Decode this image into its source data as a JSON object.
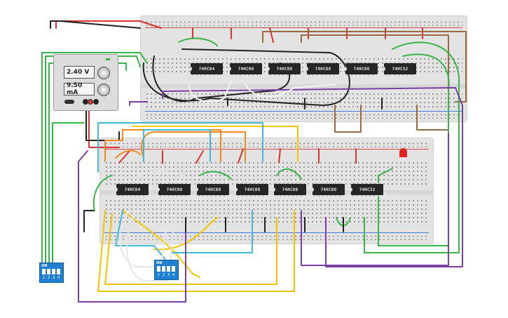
{
  "colors": {
    "board": "#e3e3e3",
    "chip": "#262626",
    "dip_switch": "#1f7fd1",
    "led": "#e02323",
    "wire_red": "#d83333",
    "wire_black": "#222222",
    "wire_green": "#3ab54a",
    "wire_yellow": "#f2c500",
    "wire_orange": "#f08a1c",
    "wire_cyan": "#45b7d8",
    "wire_purple": "#7c3fa5",
    "wire_brown": "#9a6a3e",
    "wire_white": "#f4f4f4"
  },
  "power_supply": {
    "voltage": "2.40 V",
    "current": "9.50 mA"
  },
  "top_board": {
    "chips": [
      "74HC04",
      "74HC08",
      "74HC08",
      "74HC08",
      "74HC08",
      "74HC32"
    ]
  },
  "bottom_board": {
    "chips": [
      "74HC04",
      "74HC08",
      "74HC08",
      "74HC08",
      "74HC08",
      "74HC08",
      "74HC32"
    ]
  },
  "dip_switches": [
    {
      "label": "ON",
      "positions": [
        "1",
        "2",
        "3",
        "4"
      ]
    },
    {
      "label": "ON",
      "positions": [
        "1",
        "2",
        "3",
        "4"
      ]
    }
  ],
  "icons": {
    "led": "led-icon",
    "knob": "knob-icon",
    "terminal": "terminal-icon"
  }
}
